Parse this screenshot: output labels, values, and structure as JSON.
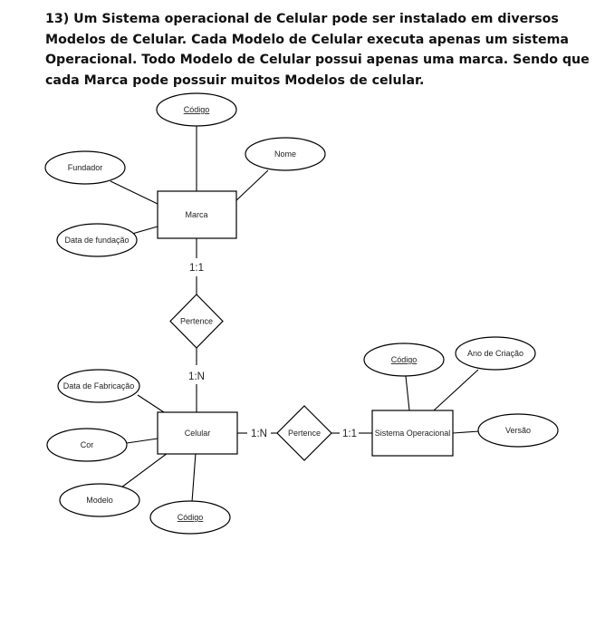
{
  "question": {
    "lines": [
      "13) Um Sistema operacional de Celular pode ser instalado em diversos",
      "Modelos de Celular. Cada Modelo de Celular executa apenas um sistema",
      "Operacional. Todo Modelo de Celular possui apenas uma marca. Sendo que",
      "cada Marca pode possuir muitos Modelos de celular."
    ]
  },
  "diagram": {
    "entities": {
      "marca": "Marca",
      "celular": "Celular",
      "so": "Sistema Operacional"
    },
    "relationships": {
      "marca_celular": "Pertence",
      "celular_so": "Pertence"
    },
    "attributes": {
      "marca_codigo": "Código",
      "marca_nome": "Nome",
      "marca_fundador": "Fundador",
      "marca_data_fundacao": "Data de fundação",
      "celular_data_fabricacao": "Data de Fabricação",
      "celular_cor": "Cor",
      "celular_modelo": "Modelo",
      "celular_codigo": "Código",
      "so_codigo": "Código",
      "so_ano_criacao": "Ano de Criação",
      "so_versao": "Versão"
    },
    "cardinalities": {
      "marca_side": "1:1",
      "celular_side_marca": "1:N",
      "celular_side_so": "1:N",
      "so_side": "1:1"
    }
  }
}
